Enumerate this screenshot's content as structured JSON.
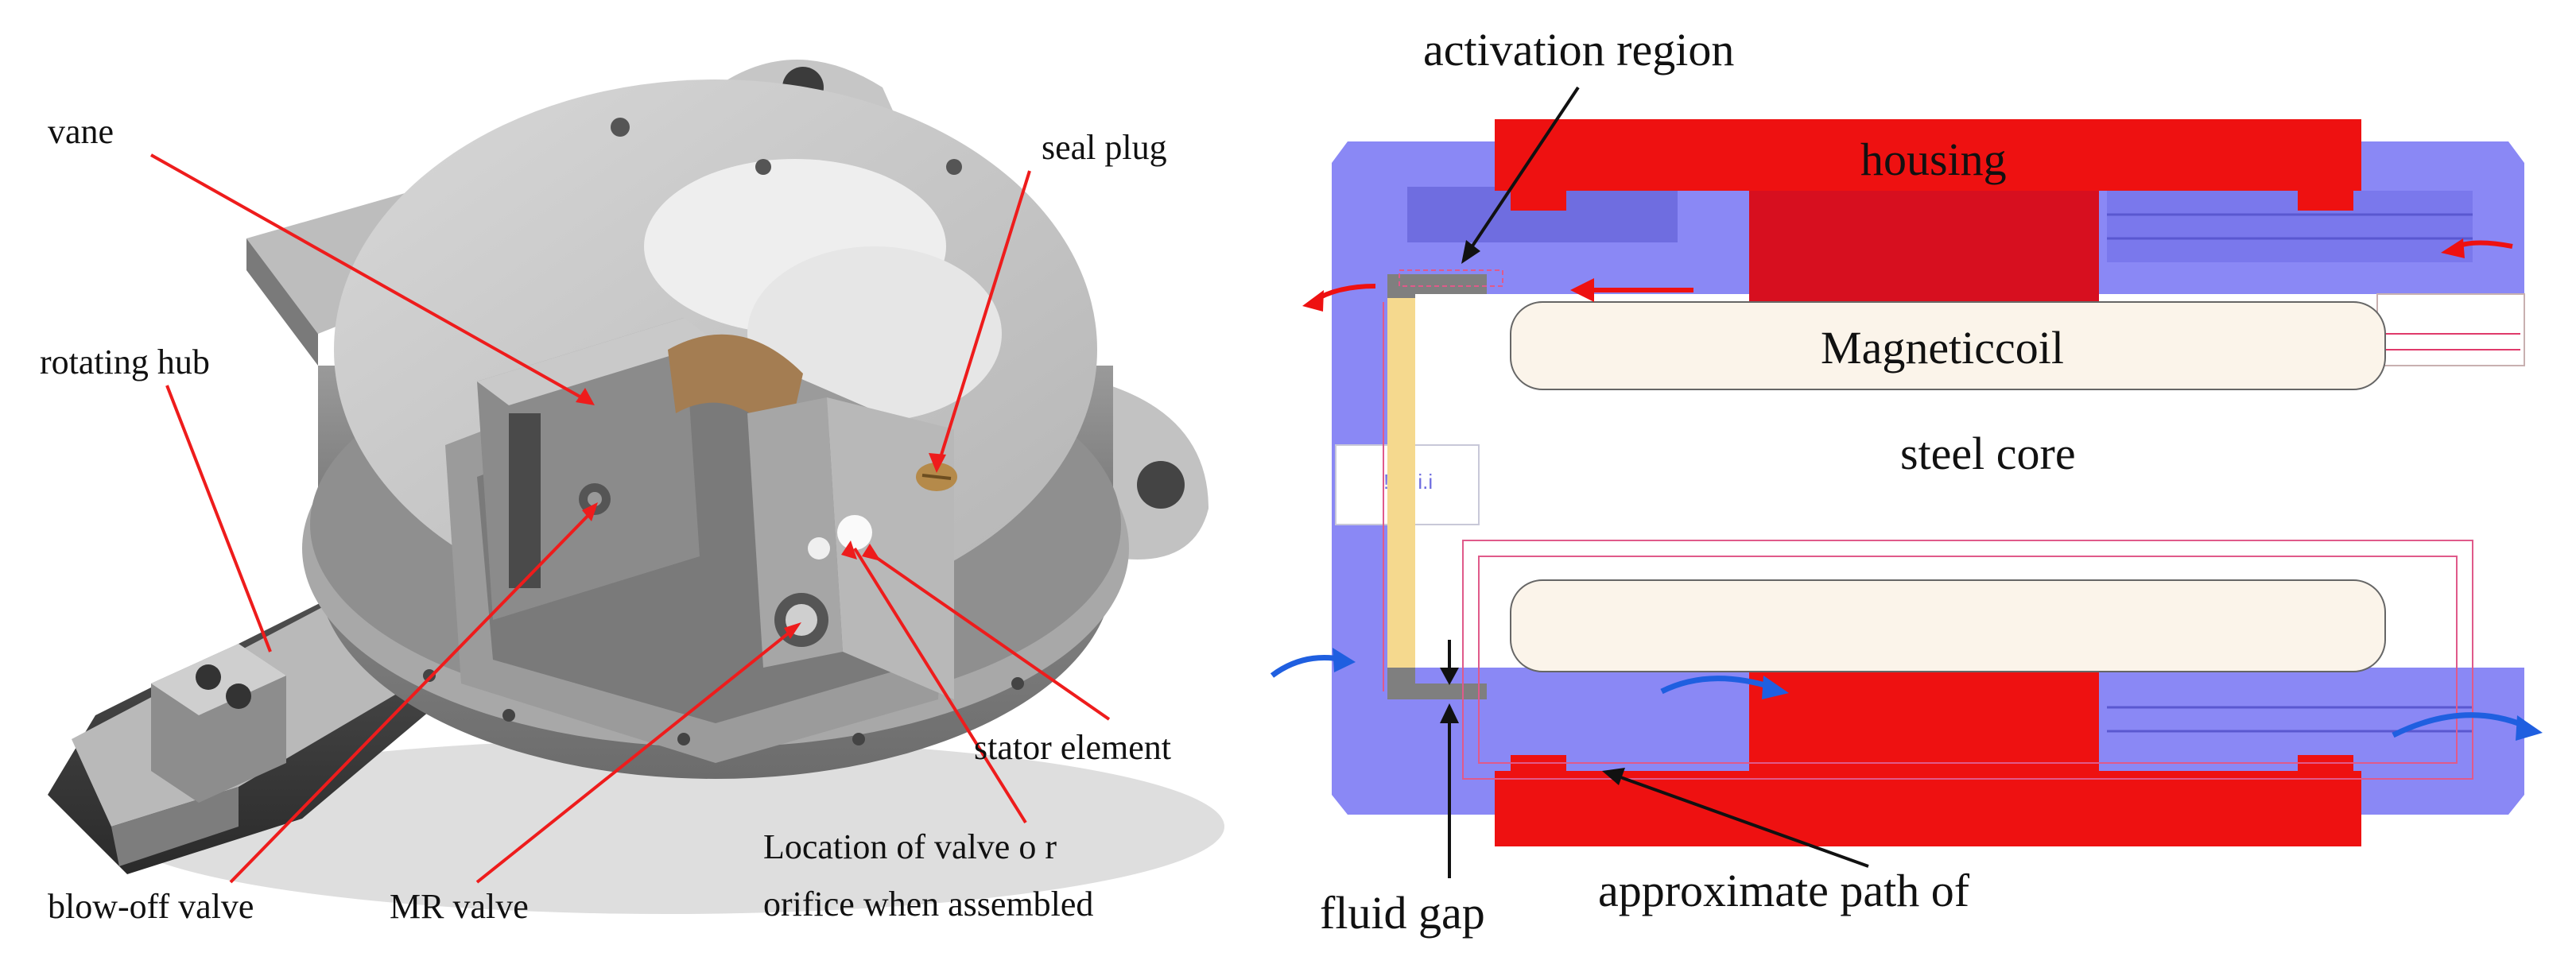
{
  "left_panel": {
    "labels": {
      "vane": "vane",
      "seal_plug": "seal plug",
      "rotating_hub": "rotating hub",
      "stator_element": "stator element",
      "location_line1": "Location  of  valve   o r",
      "location_line2": "orifice  when assembled",
      "blow_off_valve": "blow-off valve",
      "mr_valve": "MR valve"
    }
  },
  "right_panel": {
    "labels": {
      "activation_region": "activation region",
      "housing": "housing",
      "magnetic_coil": "Magneticcoil",
      "steel_core": "steel core",
      "fluid_gap": "fluid gap",
      "approximate_path": "approximate path of"
    }
  },
  "colors": {
    "housing_red": "#ee1111",
    "flow_blue": "#1f5fe0",
    "valve_body_blue": "#8a88f5",
    "coil_fill": "#fbf4ea",
    "gap_yellow": "#f5d98e",
    "leader_red": "#ee1c1c"
  }
}
